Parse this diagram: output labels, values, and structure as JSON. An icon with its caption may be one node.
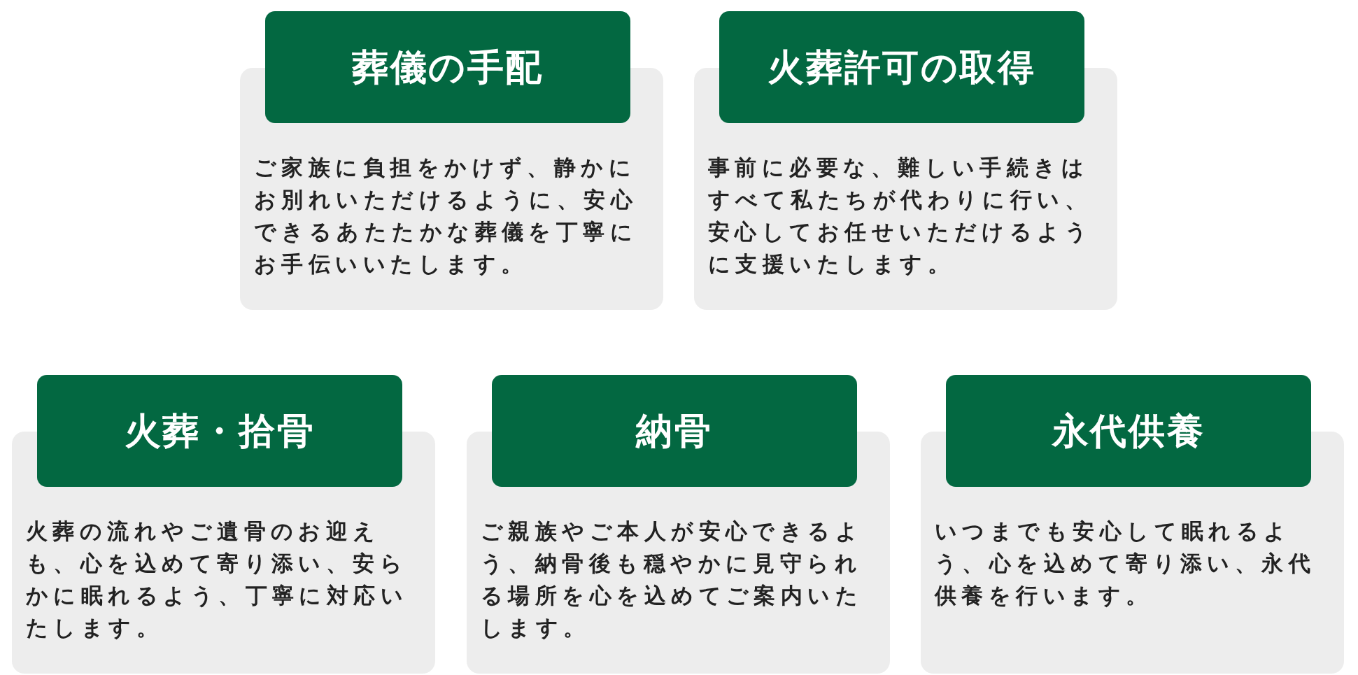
{
  "diagram": {
    "nodes": [
      {
        "text": [
          "葬儀の手配",
          "ご家族に負担をかけず、静かにお別れいただけるように、安心できるあたたかな葬儀を丁寧にお手伝いいたします。"
        ]
      },
      {
        "text": [
          "火葬許可の取得",
          "事前に必要な、難しい手続きはすべて私たちが代わりに行い、安心してお任せいただけるように支援いたします。"
        ]
      },
      {
        "text": [
          "火葬・拾骨",
          "火葬の流れやご遺骨のお迎えも、心を込めて寄り添い、安らかに眠れるよう、丁寧に対応いたします。"
        ]
      },
      {
        "text": [
          "納骨",
          "ご親族やご本人が安心できるよう、納骨後も穏やかに見守られる場所を心を込めてご案内いたします。"
        ]
      },
      {
        "text": [
          "永代供養",
          "いつまでも安心して眠れるよう、心を込めて寄り添い、永代供養を行います。"
        ]
      }
    ]
  }
}
